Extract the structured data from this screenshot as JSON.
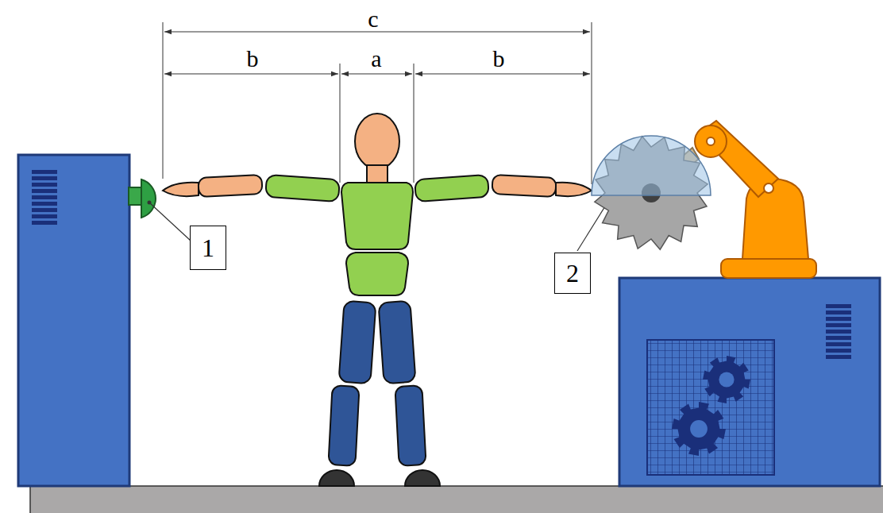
{
  "diagram": {
    "nodes": [
      {
        "text": [
          "1"
        ]
      },
      {
        "text": [
          "2"
        ]
      }
    ],
    "labels": [
      "c",
      "b",
      "a",
      "b"
    ]
  }
}
